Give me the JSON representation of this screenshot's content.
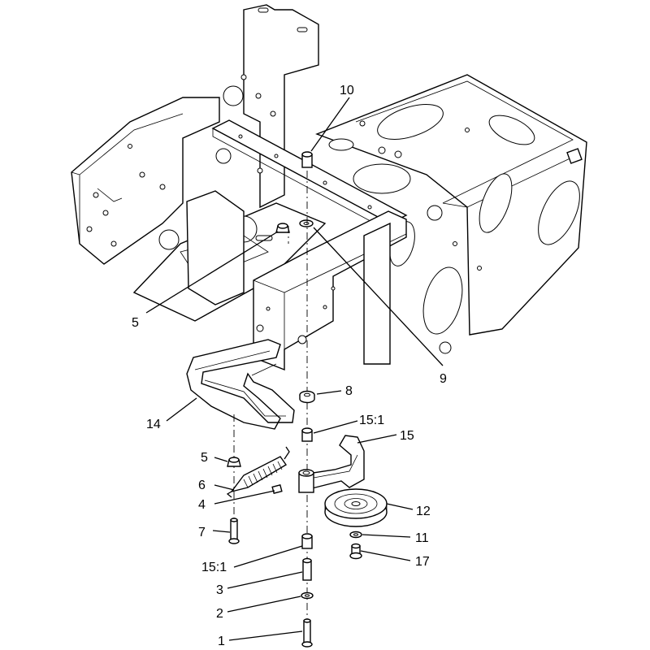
{
  "callouts": [
    {
      "id": "c10a",
      "text": "10"
    },
    {
      "id": "c5a",
      "text": "5"
    },
    {
      "id": "c9",
      "text": "9"
    },
    {
      "id": "c8",
      "text": "8"
    },
    {
      "id": "c14",
      "text": "14"
    },
    {
      "id": "c151a",
      "text": "15:1"
    },
    {
      "id": "c15",
      "text": "15"
    },
    {
      "id": "c5b",
      "text": "5"
    },
    {
      "id": "c6",
      "text": "6"
    },
    {
      "id": "c4",
      "text": "4"
    },
    {
      "id": "c12",
      "text": "12"
    },
    {
      "id": "c7",
      "text": "7"
    },
    {
      "id": "c11",
      "text": "11"
    },
    {
      "id": "c17",
      "text": "17"
    },
    {
      "id": "c151b",
      "text": "15:1"
    },
    {
      "id": "c3",
      "text": "3"
    },
    {
      "id": "c2",
      "text": "2"
    },
    {
      "id": "c1",
      "text": "1"
    }
  ]
}
